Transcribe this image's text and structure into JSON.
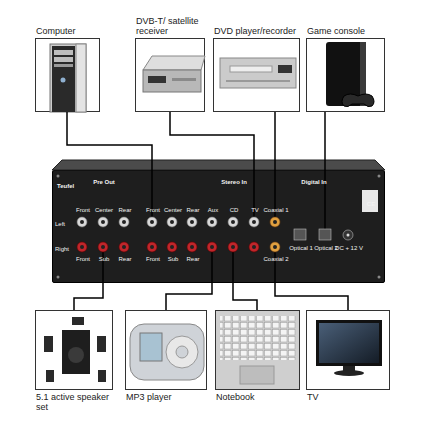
{
  "diagram": {
    "nodes": [
      {
        "text": [
          "Computer"
        ]
      },
      {
        "text": [
          "DVB-T/ satellite receiver"
        ]
      },
      {
        "text": [
          "DVD player/recorder"
        ]
      },
      {
        "text": [
          "Game console"
        ]
      },
      {
        "text": [
          "Teufel",
          "Pre Out",
          "Front",
          "Center",
          "Rear",
          "Left",
          "Right",
          "Front",
          "Sub",
          "Rear",
          "Front",
          "Center",
          "Rear",
          "Front",
          "Sub",
          "Rear",
          "Stereo In",
          "Aux",
          "CD",
          "TV",
          "Digital In",
          "Coaxial 1",
          "Coaxial 2",
          "Optical 1",
          "Optical 2",
          "DC + 12 V",
          "CE"
        ]
      },
      {
        "text": [
          "5.1 active speaker set"
        ]
      },
      {
        "text": [
          "MP3 player"
        ]
      },
      {
        "text": [
          "Notebook"
        ]
      },
      {
        "text": [
          "TV"
        ]
      }
    ],
    "edges": [
      {
        "from": 0,
        "to": 4,
        "arrow": "none"
      },
      {
        "from": 1,
        "to": 4,
        "arrow": "none"
      },
      {
        "from": 2,
        "to": 4,
        "arrow": "none"
      },
      {
        "from": 3,
        "to": 4,
        "arrow": "none"
      },
      {
        "from": 5,
        "to": 4,
        "arrow": "none"
      },
      {
        "from": 6,
        "to": 4,
        "arrow": "none"
      },
      {
        "from": 7,
        "to": 4,
        "arrow": "none"
      },
      {
        "from": 8,
        "to": 4,
        "arrow": "none"
      }
    ]
  }
}
